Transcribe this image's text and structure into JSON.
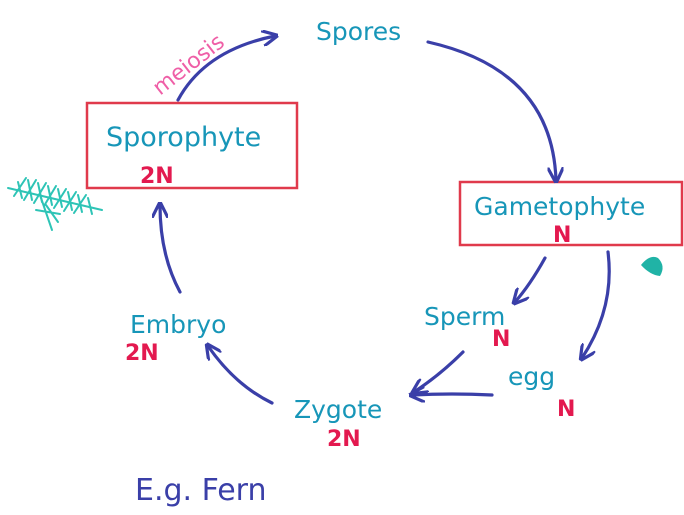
{
  "stages": {
    "spores": "Spores",
    "sporophyte": "Sporophyte",
    "sporophyte_ploidy": "2N",
    "gametophyte": "Gametophyte",
    "gametophyte_ploidy": "N",
    "sperm": "Sperm",
    "sperm_ploidy": "N",
    "egg": "egg",
    "egg_ploidy": "N",
    "zygote": "Zygote",
    "zygote_ploidy": "2N",
    "embryo": "Embryo",
    "embryo_ploidy": "2N"
  },
  "process_label": "meiosis",
  "example": "E.g. Fern",
  "colors": {
    "arrow": "#3a3fa8",
    "stage_text": "#1796b8",
    "ploidy": "#e3194f",
    "box_outline": "#e03a4c",
    "meiosis": "#ef5fa7",
    "fern_sketch": "#2ec4b6",
    "teal_blob": "#20b3a6"
  }
}
